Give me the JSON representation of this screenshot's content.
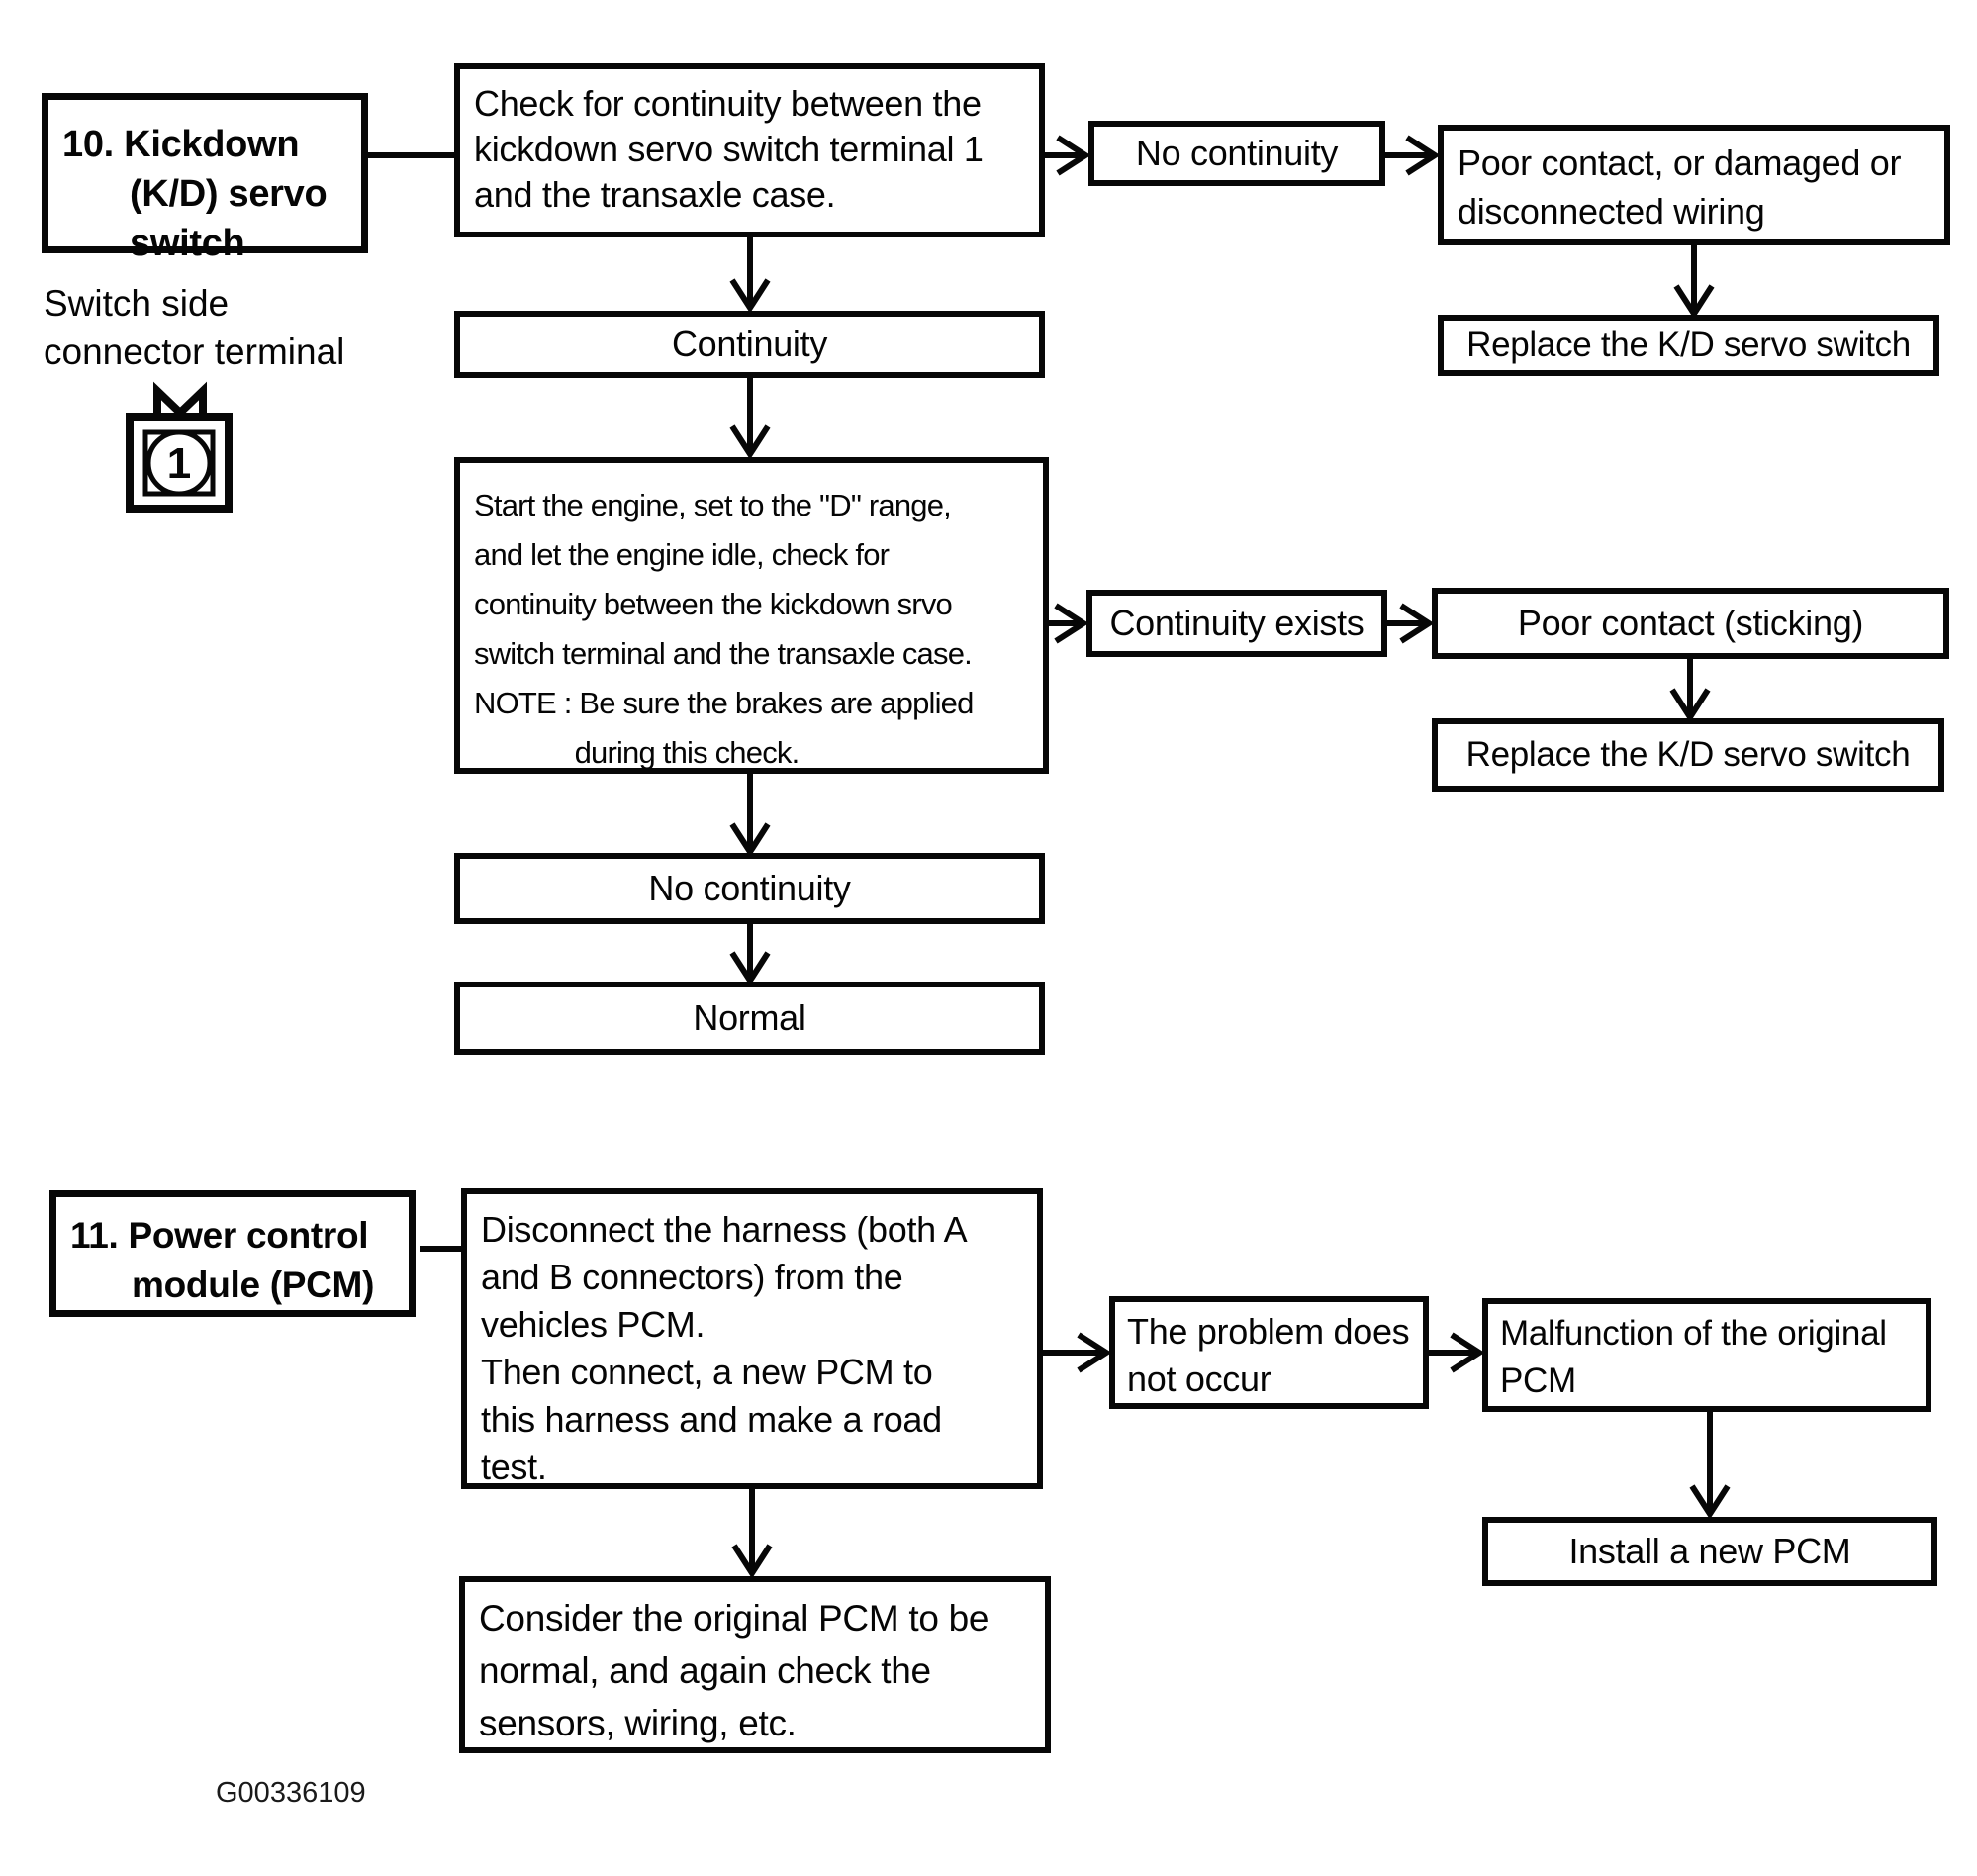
{
  "figure": {
    "code": "G00336109"
  },
  "section10": {
    "title": "10. Kickdown\n(K/D) servo\nswitch",
    "connector_label": "Switch side\nconnector terminal",
    "terminal_number": "1",
    "check_box": "Check for continuity between the\nkickdown servo switch terminal 1\nand the transaxle case.",
    "no_continuity_result": "No continuity",
    "poor_contact_wiring": "Poor contact, or damaged or\ndisconnected wiring",
    "replace_switch_1": "Replace the K/D servo switch",
    "continuity_result": "Continuity",
    "idle_check_box": "Start the engine, set to the \"D\" range,\nand let the engine idle, check for\ncontinuity between the kickdown srvo\nswitch terminal and the transaxle case.\nNOTE : Be sure the brakes are applied\n             during this check.",
    "continuity_exists_result": "Continuity exists",
    "poor_contact_sticking": "Poor contact (sticking)",
    "replace_switch_2": "Replace the K/D servo switch",
    "no_continuity_result_2": "No continuity",
    "normal_result": "Normal"
  },
  "section11": {
    "title": "11. Power control\nmodule (PCM)",
    "road_test_box": "Disconnect the harness (both A\nand B connectors) from the\nvehicles PCM.\nThen connect, a new PCM to\nthis harness and make a road\ntest.",
    "problem_not_occur": "The problem does\nnot occur",
    "malfunction_original": "Malfunction of the original\nPCM",
    "install_new_pcm": "Install a new PCM",
    "consider_normal": "Consider the original PCM to be\nnormal, and again check the\nsensors, wiring, etc."
  }
}
